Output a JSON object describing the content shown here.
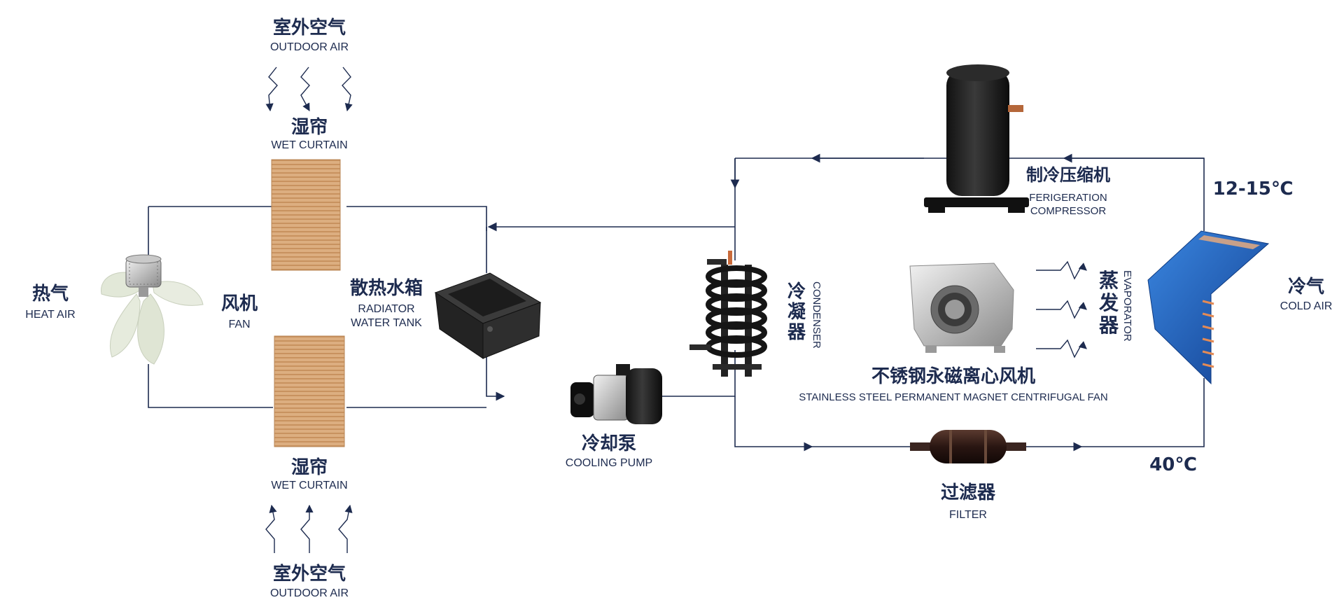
{
  "colors": {
    "line": "#1d2b4f",
    "pad": "#d9a878",
    "coil_blue": "#1f5fb8",
    "fan_blade": "#dfe5d6"
  },
  "labels": {
    "outdoor_air_top_zh": "室外空气",
    "outdoor_air_top_en": "OUTDOOR AIR",
    "wet_curtain_top_zh": "湿帘",
    "wet_curtain_top_en": "WET CURTAIN",
    "heat_air_zh": "热气",
    "heat_air_en": "HEAT AIR",
    "fan_zh": "风机",
    "fan_en": "FAN",
    "radiator_zh": "散热水箱",
    "radiator_en_1": "RADIATOR",
    "radiator_en_2": "WATER TANK",
    "wet_curtain_bottom_zh": "湿帘",
    "wet_curtain_bottom_en": "WET CURTAIN",
    "outdoor_air_bottom_zh": "室外空气",
    "outdoor_air_bottom_en": "OUTDOOR AIR",
    "cooling_pump_zh": "冷却泵",
    "cooling_pump_en": "COOLING PUMP",
    "condenser_zh": "冷凝器",
    "condenser_en": "CONDENSER",
    "compressor_zh": "制冷压缩机",
    "compressor_en_1": "FERIGERATION",
    "compressor_en_2": "COMPRESSOR",
    "centrifugal_fan_zh": "不锈钢永磁离心风机",
    "centrifugal_fan_en": "STAINLESS STEEL PERMANENT MAGNET CENTRIFUGAL FAN",
    "evaporator_zh": "蒸发器",
    "evaporator_en": "EVAPORATOR",
    "cold_air_zh": "冷气",
    "cold_air_en": "COLD AIR",
    "temp_high": "12-15℃",
    "temp_low": "40℃",
    "filter_zh": "过滤器",
    "filter_en": "FILTER"
  },
  "icons": [
    "wet-curtain-pad-icon",
    "axial-fan-icon",
    "radiator-tank-icon",
    "cooling-pump-icon",
    "condenser-coil-icon",
    "compressor-icon",
    "centrifugal-fan-icon",
    "evaporator-coil-icon",
    "filter-drier-icon"
  ]
}
